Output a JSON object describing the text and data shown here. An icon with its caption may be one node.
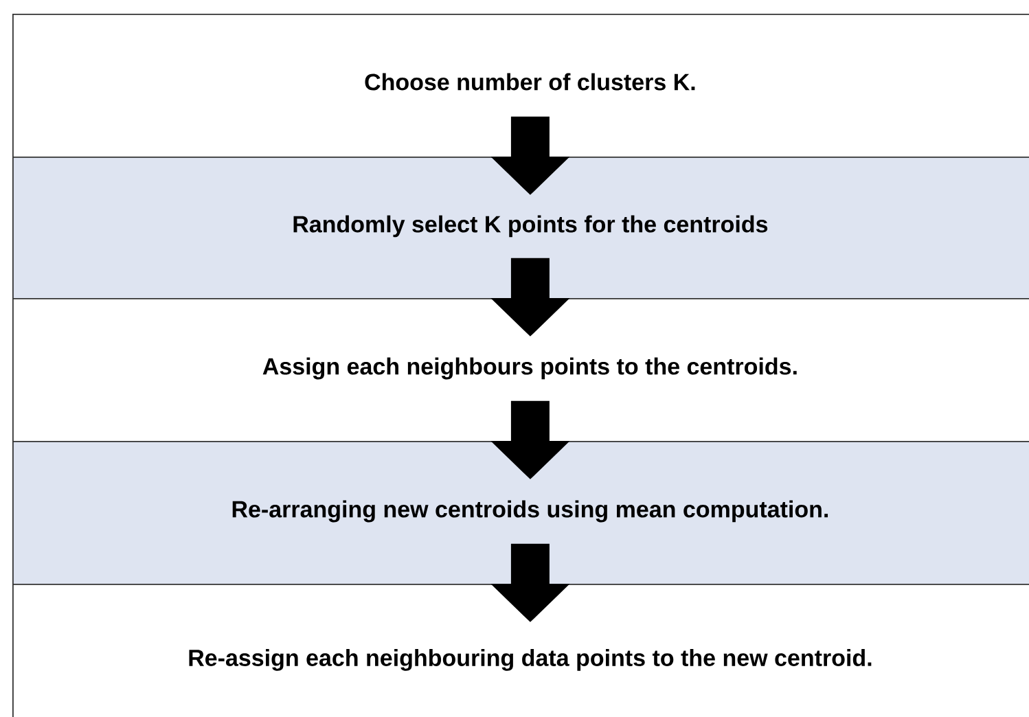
{
  "diagram": {
    "nodes": [
      {
        "text": [
          "Choose number of clusters K."
        ]
      },
      {
        "text": [
          "Randomly select K points for the centroids"
        ]
      },
      {
        "text": [
          "Assign each neighbours points to the centroids."
        ]
      },
      {
        "text": [
          "Re-arranging new centroids using mean computation."
        ]
      },
      {
        "text": [
          "Re-assign each neighbouring data points to the new centroid."
        ]
      }
    ],
    "edges": [
      {
        "from": 0,
        "to": 1,
        "arrow": "to"
      },
      {
        "from": 1,
        "to": 2,
        "arrow": "to"
      },
      {
        "from": 2,
        "to": 3,
        "arrow": "to"
      },
      {
        "from": 3,
        "to": 4,
        "arrow": "to"
      }
    ]
  }
}
